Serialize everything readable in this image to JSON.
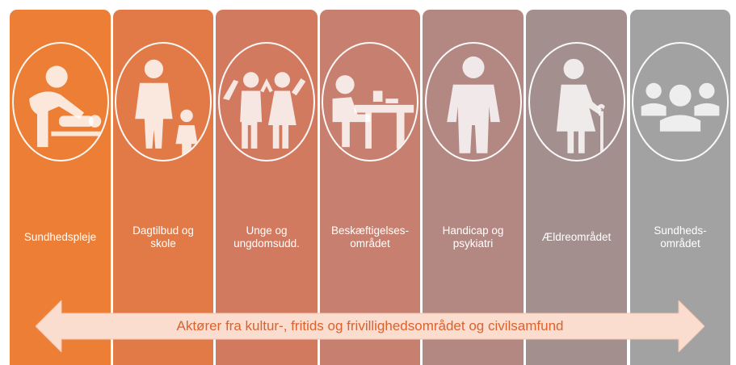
{
  "columns": [
    {
      "label": "Sundhedspleje",
      "color": "#ec7f35",
      "icon": "baby-changing-icon"
    },
    {
      "label": "Dagtilbud og\nskole",
      "color": "#e27a48",
      "icon": "parent-child-icon"
    },
    {
      "label": "Unge og\nungdomsudd.",
      "color": "#d27a60",
      "icon": "youth-group-icon"
    },
    {
      "label": "Beskæftigelses-\nområdet",
      "color": "#c7806f",
      "icon": "desk-worker-icon"
    },
    {
      "label": "Handicap og\npsykiatri",
      "color": "#b38883",
      "icon": "person-icon"
    },
    {
      "label": "Ældreområdet",
      "color": "#a48f8f",
      "icon": "elderly-cane-icon"
    },
    {
      "label": "Sundheds-\nområdet",
      "color": "#a2a2a2",
      "icon": "group-people-icon"
    }
  ],
  "arrow": {
    "label": "Aktører fra kultur-, fritids og frivillighedsområdet og civilsamfund",
    "fill": "#fbddd0",
    "text_color": "#d9632f"
  }
}
